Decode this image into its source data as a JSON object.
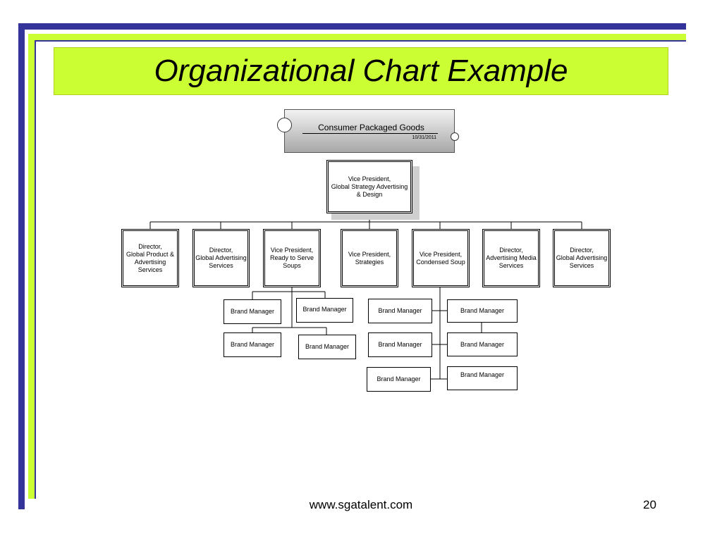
{
  "title": "Organizational Chart Example",
  "root": {
    "label": "Consumer Packaged Goods",
    "date": "10/31/2011"
  },
  "vp": "Vice President,\nGlobal Strategy Advertising\n& Design",
  "departments": [
    "Director,\nGlobal Product &\nAdvertising\nServices",
    "Director,\nGlobal Advertising\nServices",
    "Vice President,\nReady to Serve\nSoups",
    "Vice President,\nStrategies",
    "Vice President,\nCondensed Soup",
    "Director,\nAdvertising Media\nServices",
    "Director,\nGlobal Advertising\nServices"
  ],
  "brand_manager_label": "Brand Manager",
  "footer": {
    "url": "www.sgatalent.com",
    "page": "20"
  },
  "colors": {
    "blue": "#333399",
    "green": "#ccff33"
  }
}
